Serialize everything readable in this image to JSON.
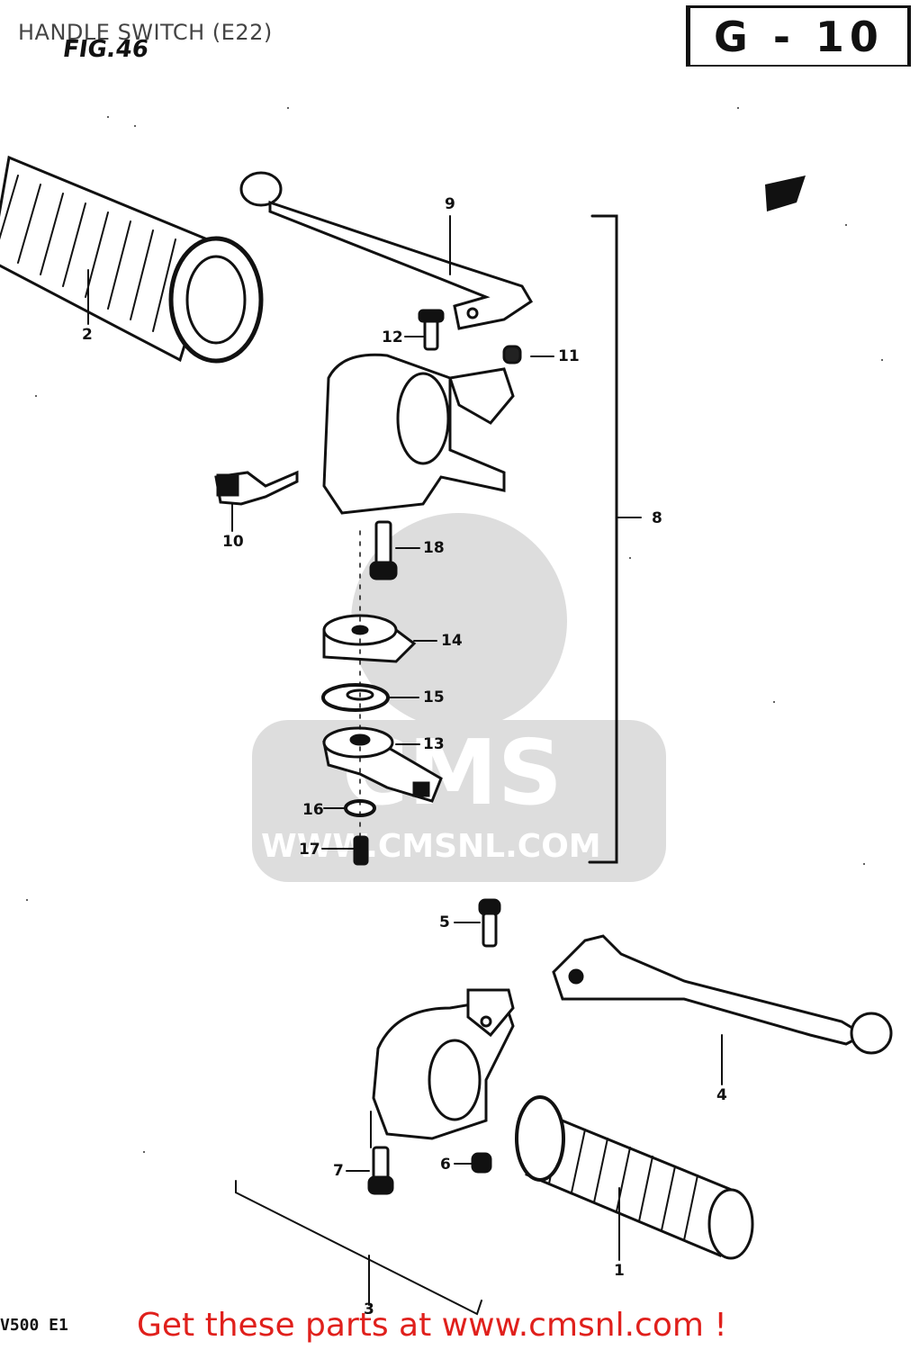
{
  "header": {
    "title": "HANDLE SWITCH (E22)",
    "figure": "FIG.46",
    "badge": "G - 10"
  },
  "callouts": {
    "c1": "1",
    "c2": "2",
    "c3": "3",
    "c4": "4",
    "c5": "5",
    "c6": "6",
    "c7": "7",
    "c8": "8",
    "c9": "9",
    "c10": "10",
    "c11": "11",
    "c12": "12",
    "c13": "13",
    "c14": "14",
    "c15": "15",
    "c16": "16",
    "c17": "17",
    "c18": "18"
  },
  "footer": {
    "model": "V500 E1",
    "cta": "Get these parts at www.cmsnl.com !"
  },
  "watermark": {
    "brand": "CMS",
    "url": "WWW.CMSNL.COM"
  }
}
